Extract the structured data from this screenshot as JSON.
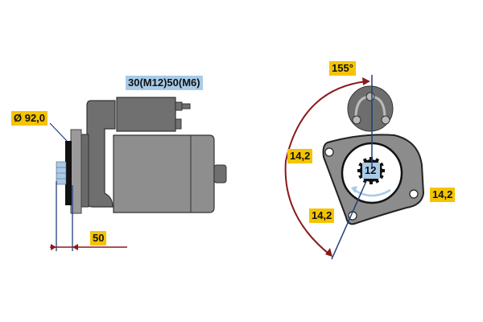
{
  "side_view": {
    "terminal_label": "30(M12)50(M6)",
    "diameter_label": "Ø 92,0",
    "flange_distance_label": "50"
  },
  "front_view": {
    "angle_label": "155°",
    "left_hole_label": "14,2",
    "right_hole_label": "14,2",
    "bottom_hole_label": "14,2",
    "pinion_teeth_label": "12"
  },
  "colors": {
    "label_yellow": "#f5c400",
    "label_blue": "#a8cbe8",
    "body_gray": "#8a8a8a",
    "dark_gray": "#6b6b6b",
    "dimension_red": "#8b1a1a",
    "axis_blue": "#1f3f7a"
  }
}
